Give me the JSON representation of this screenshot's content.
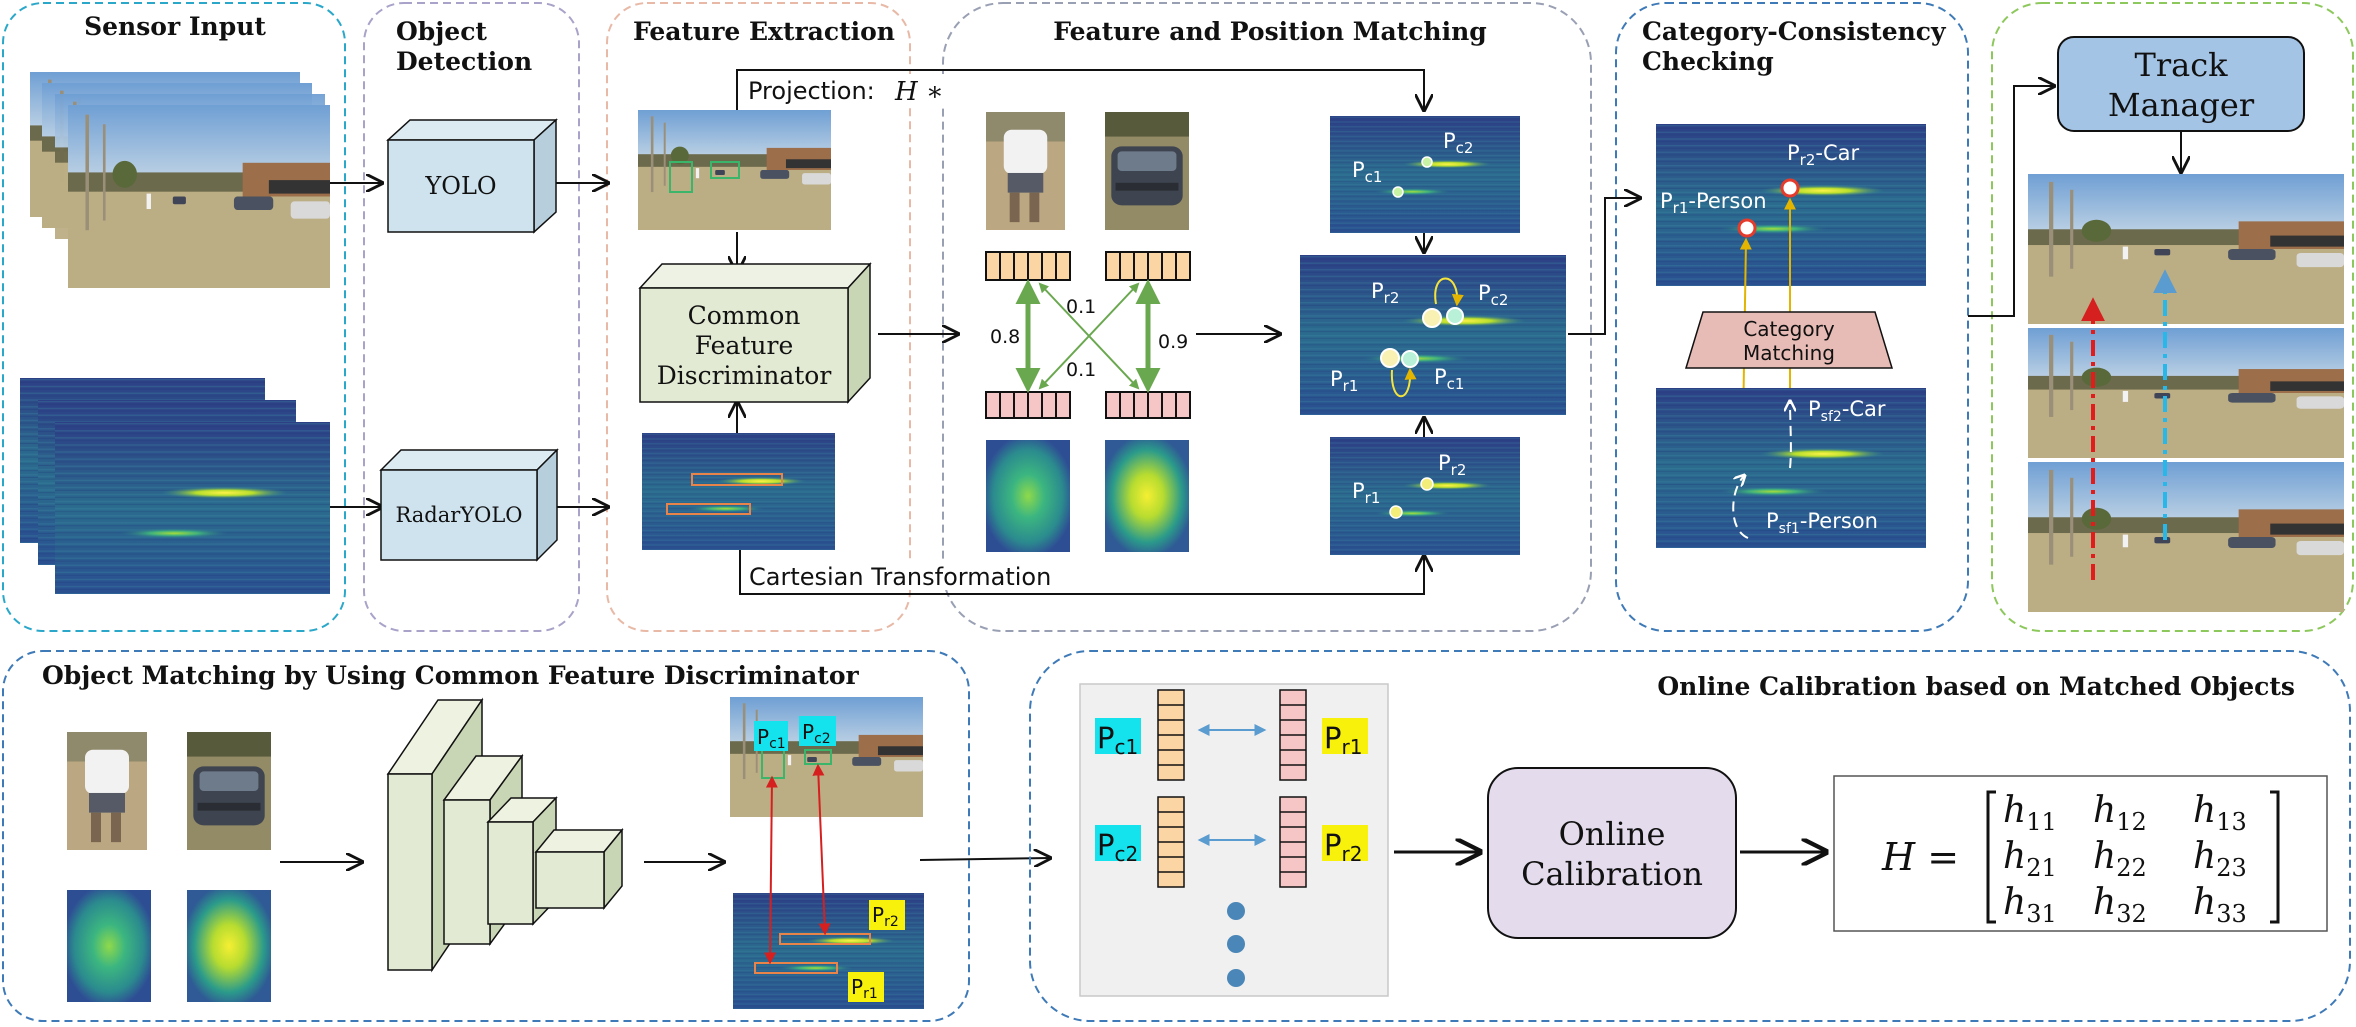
{
  "sections": {
    "sensor_input": "Sensor Input",
    "object_detection": [
      "Object",
      "Detection"
    ],
    "feature_extraction": "Feature Extraction",
    "feature_matching": "Feature and Position Matching",
    "category_checking": [
      "Category-Consistency",
      "Checking"
    ],
    "object_matching": "Object Matching by Using Common Feature Discriminator",
    "online_calibration_section": "Online Calibration based on Matched Objects"
  },
  "detectors": {
    "camera": "YOLO",
    "radar": "RadarYOLO"
  },
  "discriminator": [
    "Common",
    "Feature",
    "Discriminator"
  ],
  "projection": {
    "label": "Projection:",
    "symbol": "H ∗"
  },
  "cartesian": "Cartesian Transformation",
  "similarities": {
    "p1_c1": "0.8",
    "cross_top": "0.1",
    "cross_bottom": "0.1",
    "p2_c2": "0.9"
  },
  "points": {
    "pc1": "P",
    "pc1_sub": "c1",
    "pc2": "P",
    "pc2_sub": "c2",
    "pr1": "P",
    "pr1_sub": "r1",
    "pr2": "P",
    "pr2_sub": "r2",
    "psf1": "P",
    "psf1_sub": "sf1",
    "psf1_suffix": "-Person",
    "psf2": "P",
    "psf2_sub": "sf2",
    "psf2_suffix": "-Car",
    "pr1_person_suffix": "-Person",
    "pr2_car_suffix": "-Car"
  },
  "category_matching": [
    "Category",
    "Matching"
  ],
  "track_manager": [
    "Track",
    "Manager"
  ],
  "online_calibration_box": [
    "Online",
    "Calibration"
  ],
  "matrix": {
    "lhs": "H =",
    "rows": [
      [
        "h11",
        "h12",
        "h13"
      ],
      [
        "h21",
        "h22",
        "h23"
      ],
      [
        "h31",
        "h32",
        "h33"
      ]
    ],
    "base": "h",
    "subs": [
      [
        "11",
        "12",
        "13"
      ],
      [
        "21",
        "22",
        "23"
      ],
      [
        "31",
        "32",
        "33"
      ]
    ]
  },
  "colors": {
    "cyan_dash": "#2ba8c9",
    "purple_dash": "#a9a2c9",
    "peach_dash": "#e8b9a6",
    "gray_dash": "#9aa0b4",
    "blue_dash": "#3e7ab8",
    "green_dash": "#8dc85c",
    "yolo_box": "#cfe3ee",
    "disc_box": "#e2ead3",
    "feature_orange": "#fbd5a3",
    "feature_pink": "#f6c5c5",
    "cyan_label": "#14e3ee",
    "yellow_label": "#f7f10c",
    "track_box": "#a4c4e6",
    "calib_box": "#e4dced",
    "category_box": "#e8bcb6",
    "match_green": "#6aa84f",
    "radar_bg": "#274b8e"
  }
}
